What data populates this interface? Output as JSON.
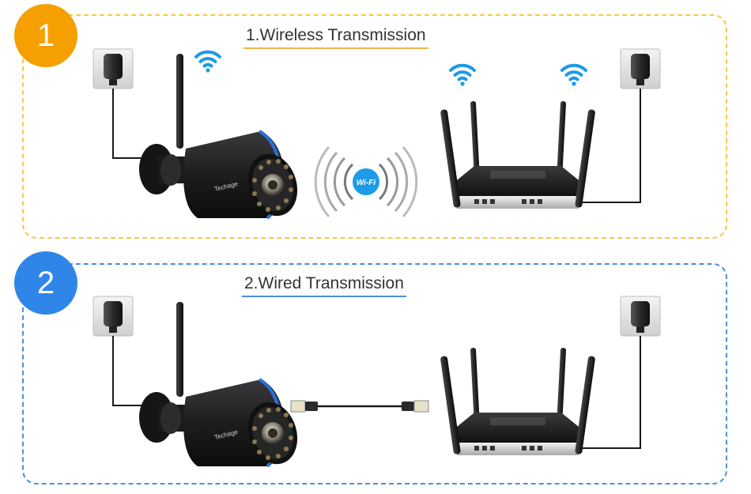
{
  "steps": [
    {
      "number": "1",
      "title": "1.Wireless Transmission",
      "color": "#f5a000"
    },
    {
      "number": "2",
      "title": "2.Wired Transmission",
      "color": "#2f86e8"
    }
  ],
  "wifi_badge_text": "Wi-Fi",
  "camera_brand": "Techage",
  "colors": {
    "panel1_border": "#f2c94c",
    "panel2_border": "#4a90d9",
    "wifi_blue": "#1b9be8",
    "camera_black": "#1d1d1f",
    "camera_ring": "#2a6fd6"
  }
}
